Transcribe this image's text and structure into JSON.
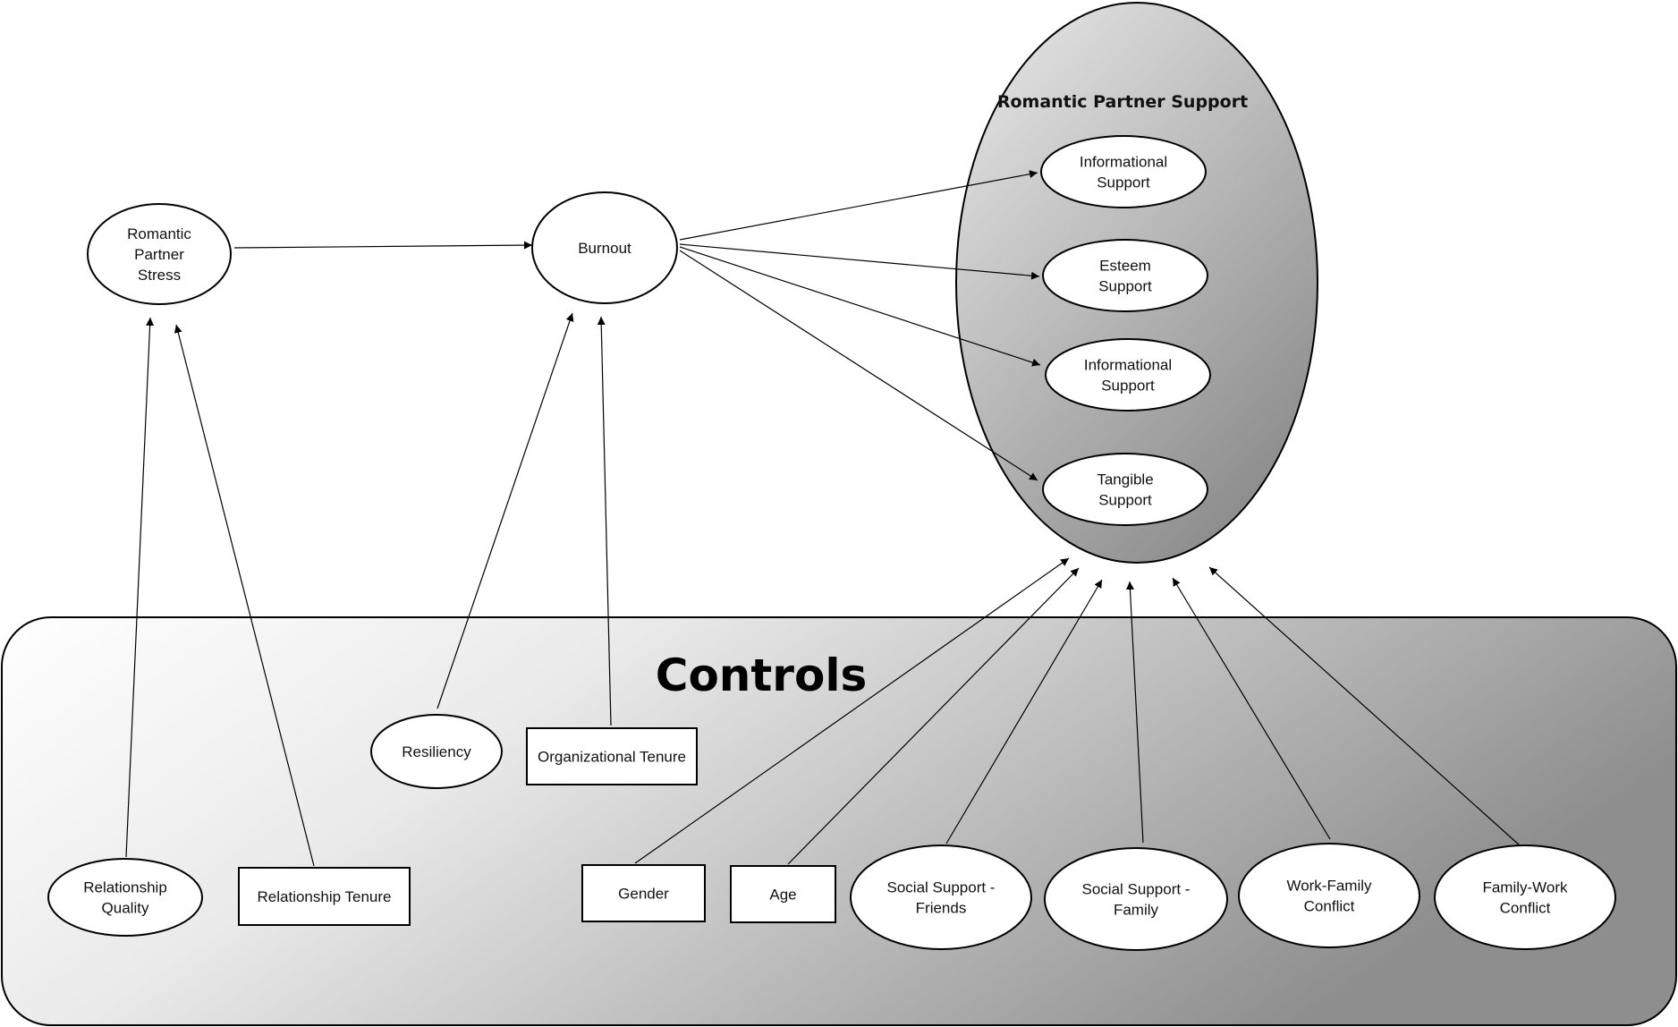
{
  "group_title": "Romantic Partner Support",
  "controls_title": "Controls",
  "nodes": {
    "romantic_partner_stress": [
      "Romantic",
      "Partner",
      "Stress"
    ],
    "burnout": [
      "Burnout"
    ],
    "informational_support_1": [
      "Informational",
      "Support"
    ],
    "esteem_support": [
      "Esteem",
      "Support"
    ],
    "informational_support_2": [
      "Informational",
      "Support"
    ],
    "tangible_support": [
      "Tangible",
      "Support"
    ],
    "resiliency": [
      "Resiliency"
    ],
    "organizational_tenure": [
      "Organizational Tenure"
    ],
    "relationship_quality": [
      "Relationship",
      "Quality"
    ],
    "relationship_tenure": [
      "Relationship Tenure"
    ],
    "gender": [
      "Gender"
    ],
    "age": [
      "Age"
    ],
    "social_support_friends": [
      "Social Support -",
      "Friends"
    ],
    "social_support_family": [
      "Social Support -",
      "Family"
    ],
    "work_family_conflict": [
      "Work-Family",
      "Conflict"
    ],
    "family_work_conflict": [
      "Family-Work",
      "Conflict"
    ]
  },
  "edges": [
    [
      "romantic_partner_stress",
      "burnout"
    ],
    [
      "burnout",
      "informational_support_1"
    ],
    [
      "burnout",
      "esteem_support"
    ],
    [
      "burnout",
      "informational_support_2"
    ],
    [
      "burnout",
      "tangible_support"
    ],
    [
      "relationship_quality",
      "romantic_partner_stress"
    ],
    [
      "relationship_tenure",
      "romantic_partner_stress"
    ],
    [
      "resiliency",
      "burnout"
    ],
    [
      "organizational_tenure",
      "burnout"
    ],
    [
      "gender",
      "romantic_partner_support"
    ],
    [
      "age",
      "romantic_partner_support"
    ],
    [
      "social_support_friends",
      "romantic_partner_support"
    ],
    [
      "social_support_family",
      "romantic_partner_support"
    ],
    [
      "work_family_conflict",
      "romantic_partner_support"
    ],
    [
      "family_work_conflict",
      "romantic_partner_support"
    ]
  ],
  "colors": {
    "stroke": "#000000",
    "node_fill": "#ffffff",
    "gradient_light": "#ffffff",
    "gradient_dark": "#8c8c8c"
  }
}
